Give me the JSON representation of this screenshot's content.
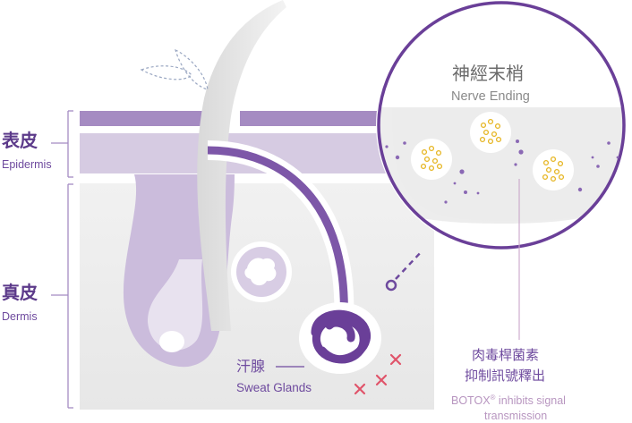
{
  "layers": {
    "epidermis": {
      "zh": "表皮",
      "en": "Epidermis"
    },
    "dermis": {
      "zh": "真皮",
      "en": "Dermis"
    }
  },
  "sweat_glands": {
    "zh": "汗腺",
    "en": "Sweat Glands"
  },
  "nerve_ending": {
    "zh": "神經末梢",
    "en": "Nerve Ending"
  },
  "botox": {
    "zh_line1": "肉毒桿菌素",
    "zh_line2": "抑制訊號釋出",
    "en_brand": "BOTOX",
    "en_reg": "®",
    "en_rest": " inhibits signal",
    "en_line2": "transmission"
  },
  "colors": {
    "skin_dark": "#a58bc2",
    "skin_light": "#d6cbe2",
    "dermis": "#ececec",
    "hair": "#e2e2e2",
    "gland": "#6a3f98",
    "accent": "#6e4a9e",
    "cross": "#e0546a"
  },
  "icons": [
    "cross-icon",
    "vesicle-icon",
    "sweat-drop-icon"
  ]
}
